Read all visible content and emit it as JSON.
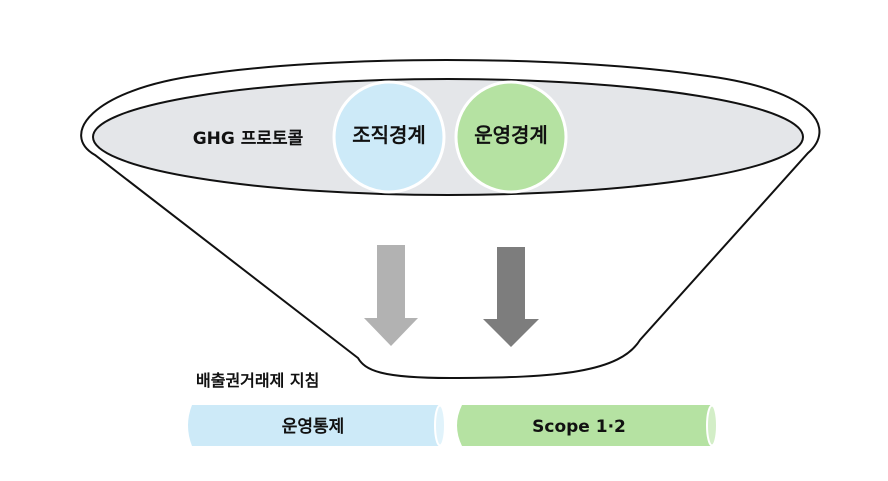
{
  "funnel": {
    "top_label": "GHG 프로토콜",
    "circles": [
      {
        "label": "조직경계",
        "color": "#cdeaf8"
      },
      {
        "label": "운영경계",
        "color": "#b5e2a2"
      }
    ],
    "disc_color": "#e4e6e9"
  },
  "arrows": [
    {
      "name": "light-arrow",
      "color": "#b2b2b2"
    },
    {
      "name": "dark-arrow",
      "color": "#7d7d7d"
    }
  ],
  "bottom": {
    "title": "배출권거래제 지침",
    "bars": [
      {
        "label": "운영통제",
        "color": "#cdeaf8",
        "cap_color": "#e1f3fb"
      },
      {
        "label": "Scope 1·2",
        "color": "#b5e2a2",
        "cap_color": "#d3eec7"
      }
    ]
  }
}
